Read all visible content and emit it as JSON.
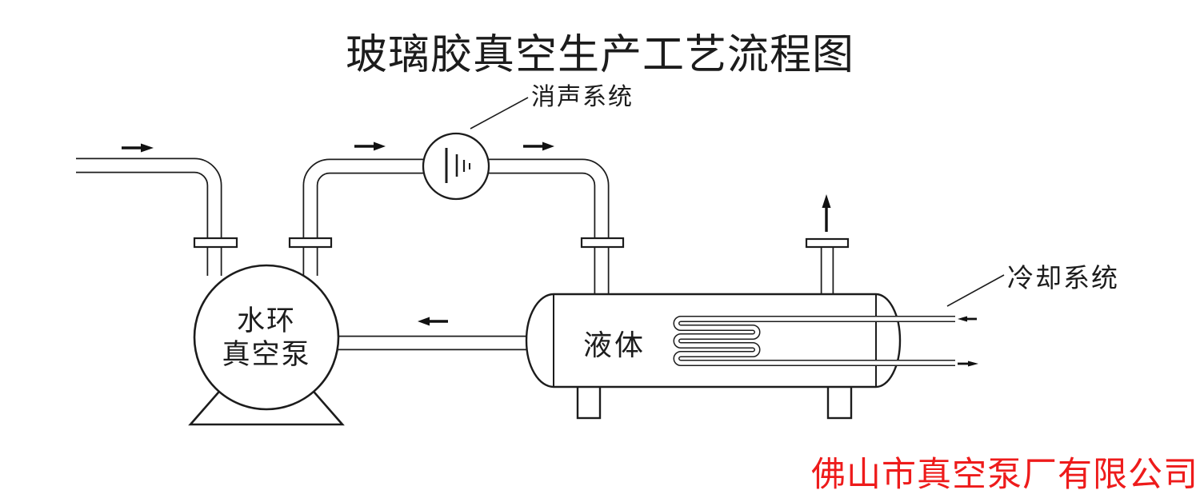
{
  "diagram": {
    "title": "玻璃胶真空生产工艺流程图",
    "silencer_label": "消声系统",
    "cooling_label": "冷却系统",
    "pump_label_line1": "水环",
    "pump_label_line2": "真空泵",
    "tank_liquid_label": "液体",
    "company": "佛山市真空泵厂有限公司",
    "colors": {
      "line": "#1c1c1c",
      "company_red": "#ee1b1b",
      "background": "#ffffff"
    }
  }
}
